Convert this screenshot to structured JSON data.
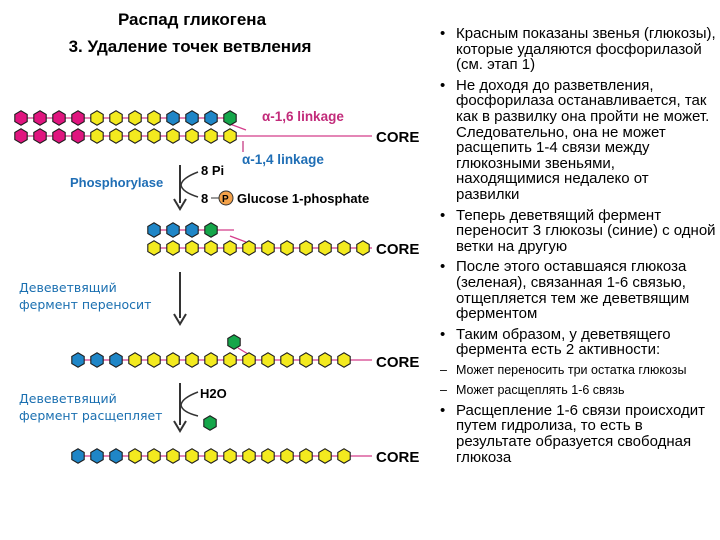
{
  "title": {
    "line1": "Распад гликогена",
    "line2": "3. Удаление точек ветвления"
  },
  "diagram": {
    "alpha16": "α-1,6 linkage",
    "alpha14": "α-1,4 linkage",
    "core": "CORE",
    "phosphorylase": "Phosphorylase",
    "pi": "8 Pi",
    "glucose1p_count": "8",
    "p_symbol": "P",
    "glucose1p": "Glucose 1-phosphate",
    "h2o": "H2O",
    "side_label_1": "Девеветвящий фермент переносит",
    "side_label_2": "Девеветвящий фермент расщепляет",
    "colors": {
      "red": "#e0157f",
      "yellow": "#f3ea1f",
      "blue": "#1f86c7",
      "green": "#15a64a",
      "link": "#d43d8b",
      "accent": "#c22b7a",
      "label_blue": "#1a6fb0"
    }
  },
  "bullets": [
    "Красным показаны звенья (глюкозы), которые удаляются фосфорилазой (см. этап 1)",
    "Не доходя до разветвления, фосфорилаза останавливается, так как в развилку она пройти не может. Следовательно, она не может расщепить 1-4 связи между глюкозными звеньями, находящимися недалеко от развилки",
    "Теперь деветвящий фермент переносит 3 глюкозы (синие) с одной ветки на другую",
    "После этого оставшаяся глюкоза (зеленая), связанная 1-6 связью, отщепляется тем же деветвящим ферментом",
    "Таким образом, у деветвящего фермента есть 2 активности:"
  ],
  "dashes": [
    "Может переносить три остатка глюкозы",
    "Может расщеплять 1-6 связь"
  ],
  "last_bullet": "Расщепление 1-6 связи происходит путем гидролиза, то есть в результате образуется свободная глюкоза"
}
